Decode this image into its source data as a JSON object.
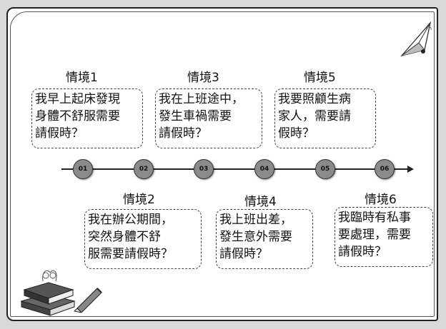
{
  "scenarios": [
    {
      "title": "情境1",
      "lines": [
        "我早上起床發現",
        "身體不舒服需要",
        "請假時？"
      ]
    },
    {
      "title": "情境2",
      "lines": [
        "我在辦公期間，",
        "突然身體不舒",
        "服需要請假時？"
      ]
    },
    {
      "title": "情境3",
      "lines": [
        "我在上班途中，",
        "發生車禍需要",
        "請假時？"
      ]
    },
    {
      "title": "情境4",
      "lines": [
        "我上班出差，",
        "發生意外需要",
        "請假時？"
      ]
    },
    {
      "title": "情境5",
      "lines": [
        "我要照顧生病",
        "家人，需要請",
        "假時？"
      ]
    },
    {
      "title": "情境6",
      "lines": [
        "我臨時有私事",
        "要處理，需要",
        "請假時？"
      ]
    }
  ],
  "timeline": {
    "nodes": [
      "01",
      "02",
      "03",
      "04",
      "05",
      "06"
    ],
    "node_color": "#8a8a8a"
  },
  "decorations": [
    "paper-plane-icon",
    "books-icon",
    "pencil-icon"
  ]
}
